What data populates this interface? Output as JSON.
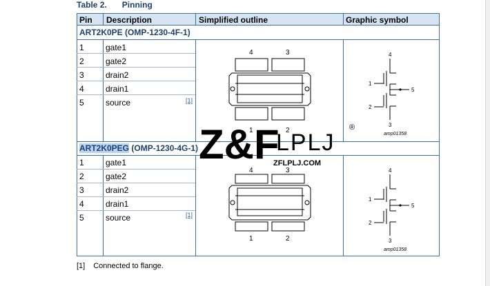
{
  "table": {
    "caption_label": "Table 2.",
    "caption_title": "Pinning",
    "headers": {
      "pin": "Pin",
      "description": "Description",
      "outline": "Simplified outline",
      "symbol": "Graphic symbol"
    },
    "sections": [
      {
        "title": "ART2K0PE (OMP-1230-4F-1)",
        "rows": [
          {
            "pin": "1",
            "desc": "gate1"
          },
          {
            "pin": "2",
            "desc": "gate2"
          },
          {
            "pin": "3",
            "desc": "drain2"
          },
          {
            "pin": "4",
            "desc": "drain1"
          },
          {
            "pin": "5",
            "desc": "source",
            "note": "[1]"
          }
        ],
        "symbol_code": "amp01358"
      },
      {
        "title_selected": "ART2K0PEG",
        "title_rest": " (OMP-1230-4G-1)",
        "rows": [
          {
            "pin": "1",
            "desc": "gate1"
          },
          {
            "pin": "2",
            "desc": "gate2"
          },
          {
            "pin": "3",
            "desc": "drain2"
          },
          {
            "pin": "4",
            "desc": "drain1"
          },
          {
            "pin": "5",
            "desc": "source",
            "note": "[1]"
          }
        ],
        "symbol_code": "amp01358"
      }
    ],
    "outline_pins": {
      "top_left": "4",
      "top_right": "3",
      "bottom_left": "1",
      "bottom_right": "2"
    },
    "symbol_pins": {
      "top": "4",
      "left_upper": "1",
      "left_lower": "2",
      "right": "5",
      "bottom": "3"
    }
  },
  "footnote": {
    "ref": "[1]",
    "text": "Connected to flange."
  },
  "watermark": {
    "logo": "Z&F",
    "brand": "LPLJ",
    "site": "ZFLPLJ.COM",
    "mark": "®"
  }
}
